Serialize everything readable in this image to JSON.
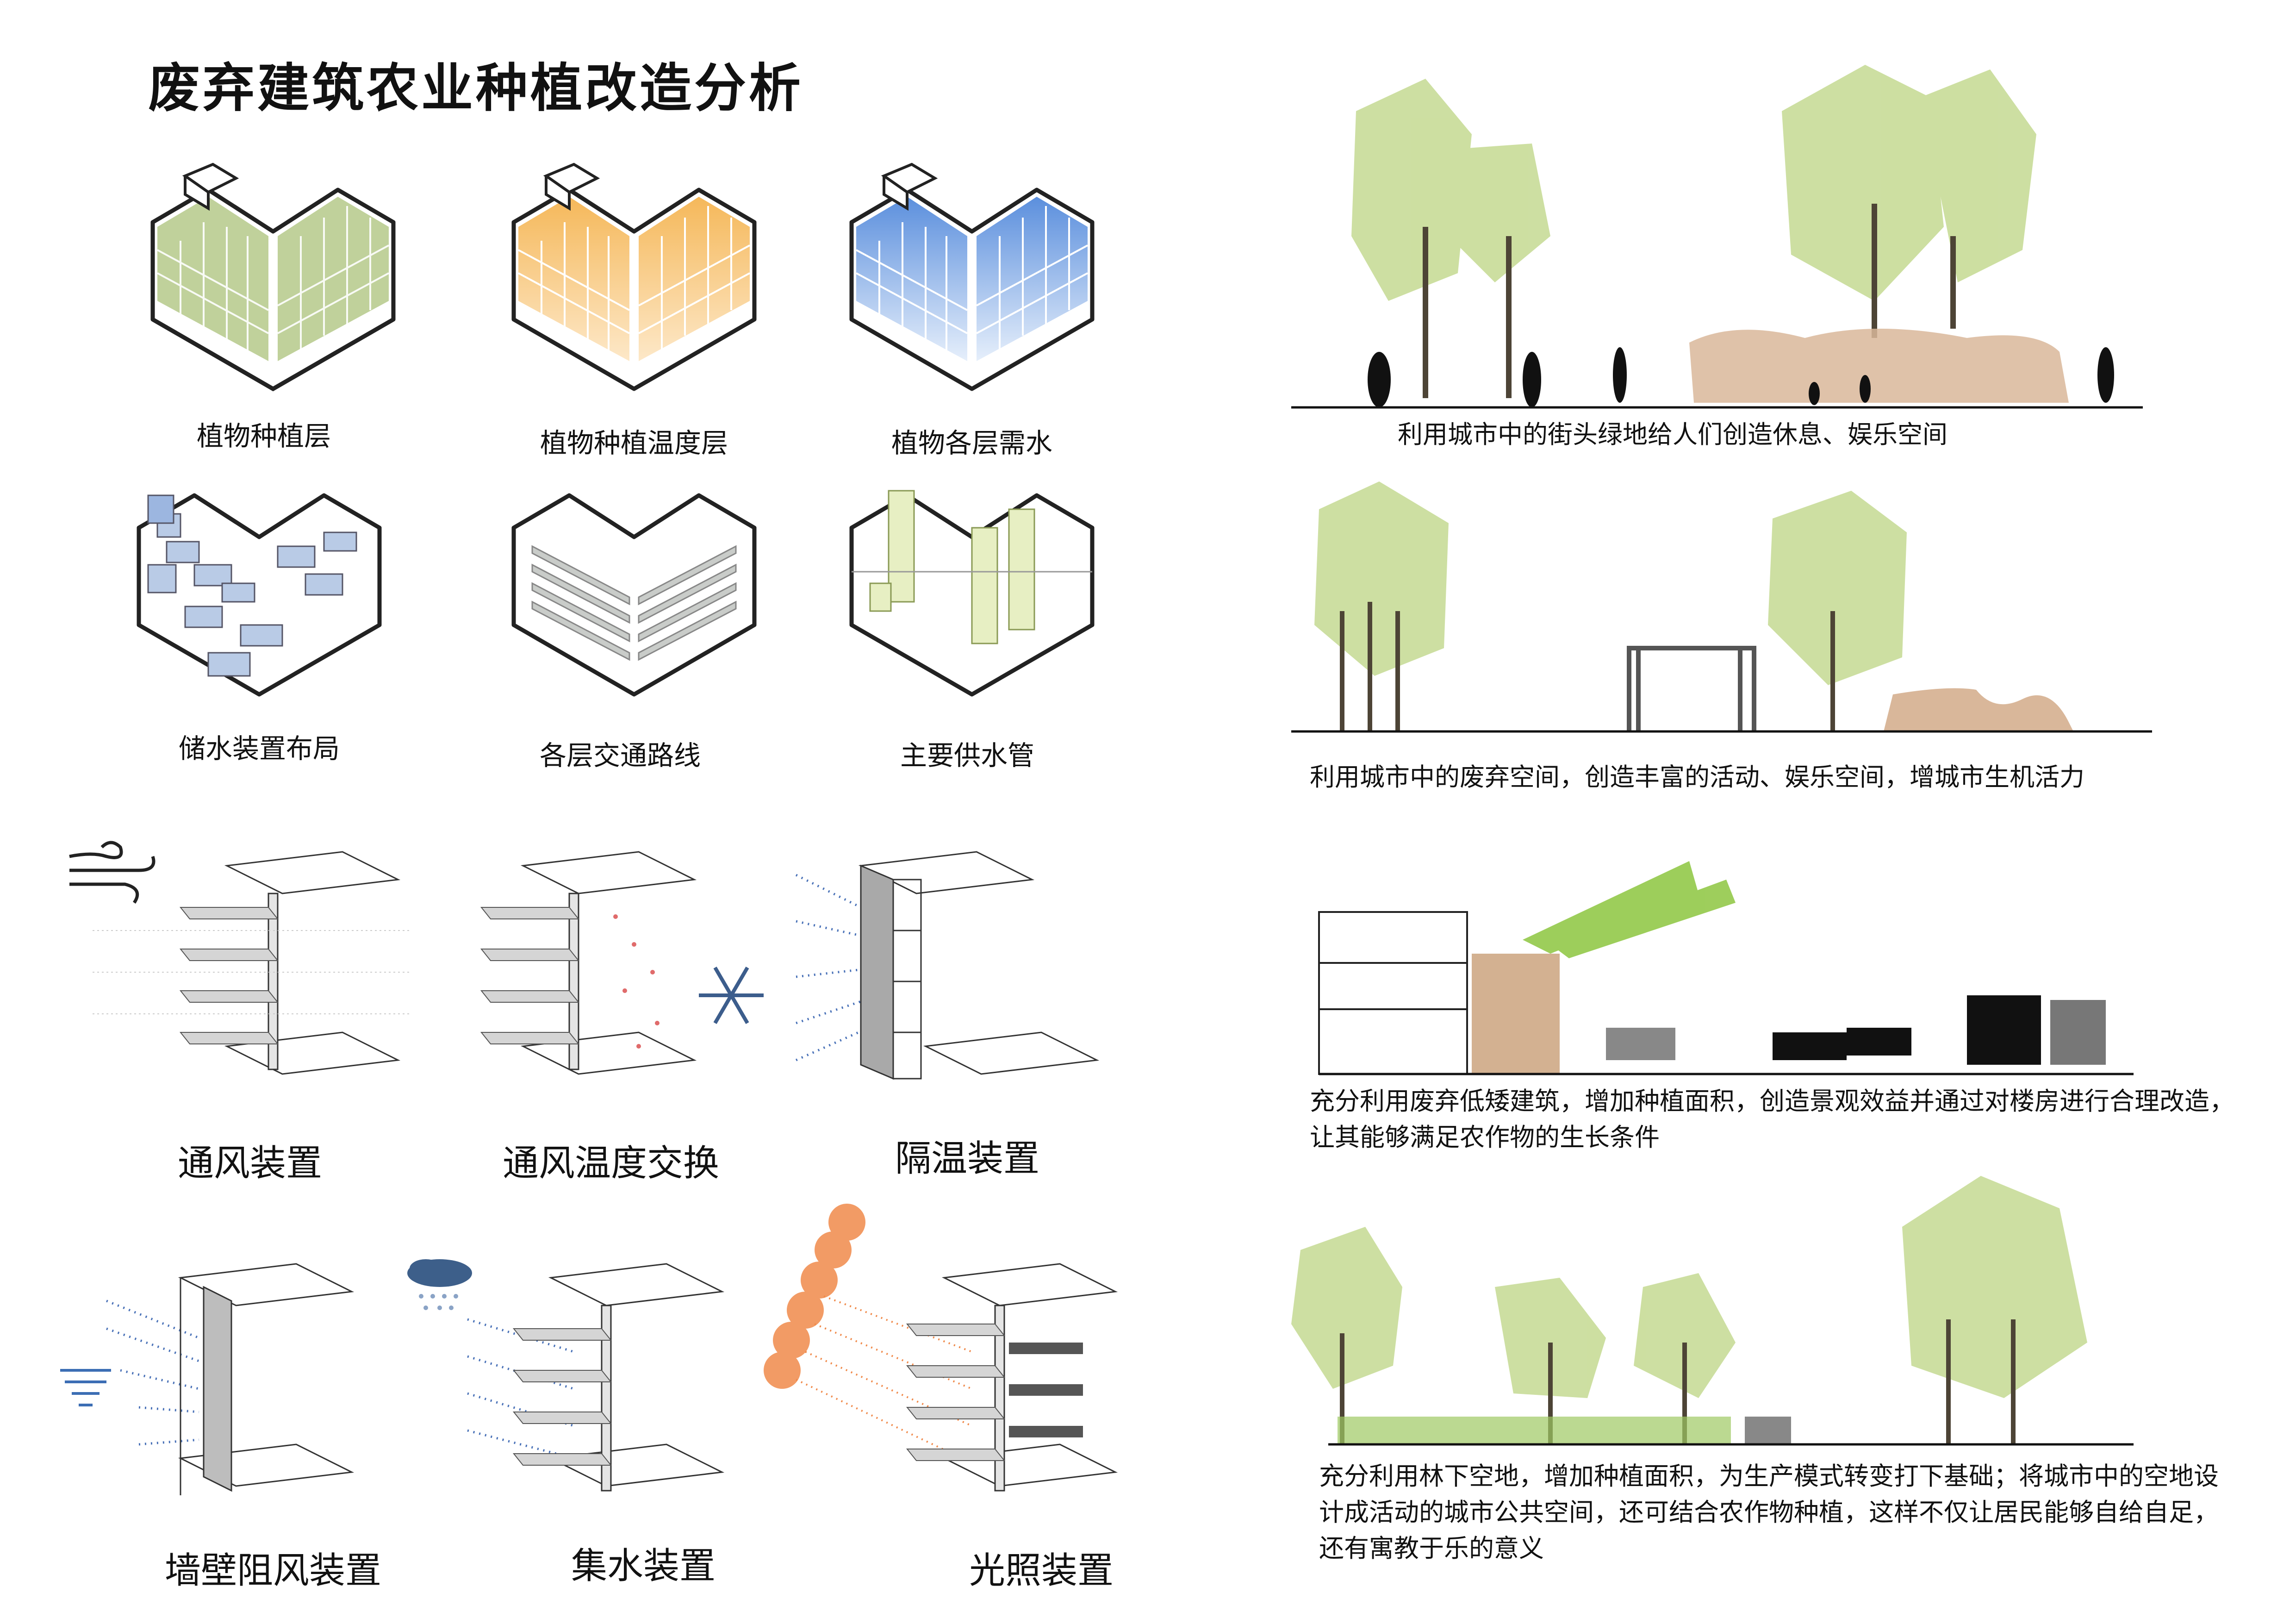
{
  "title": "废弃建筑农业种植改造分析",
  "axon_diagrams": [
    {
      "label": "植物种植层",
      "color": "#b5c98a"
    },
    {
      "label": "植物种植温度层",
      "color": "#f5c27a"
    },
    {
      "label": "植物各层需水",
      "color": "#7ea8e0"
    },
    {
      "label": "储水装置布局",
      "color": "#b9cbe6"
    },
    {
      "label": "各层交通路线",
      "color": "#c9ccc9"
    },
    {
      "label": "主要供水管",
      "color": "#e7efc3"
    }
  ],
  "devices": [
    {
      "label": "通风装置"
    },
    {
      "label": "通风温度交换"
    },
    {
      "label": "隔温装置"
    },
    {
      "label": "墙壁阻风装置"
    },
    {
      "label": "集水装置"
    },
    {
      "label": "光照装置"
    }
  ],
  "sections": [
    {
      "caption": "利用城市中的街头绿地给人们创造休息、娱乐空间"
    },
    {
      "caption": "利用城市中的废弃空间，创造丰富的活动、娱乐空间，增城市生机活力"
    },
    {
      "caption": "充分利用废弃低矮建筑，增加种植面积，创造景观效益并通过对楼房进行合理改造，让其能够满足农作物的生长条件"
    },
    {
      "caption": "充分利用林下空地，增加种植面积，为生产模式转变打下基础；将城市中的空地设计成活动的城市公共空间，还可结合农作物种植，这样不仅让居民能够自给自足，还有寓教于乐的意义"
    }
  ],
  "colors": {
    "tree_green": "#b8d27a",
    "mound": "#d9b79a",
    "light_green": "#8dc63f",
    "orange": "#f08a4b",
    "blue_dot": "#4a72b8"
  }
}
